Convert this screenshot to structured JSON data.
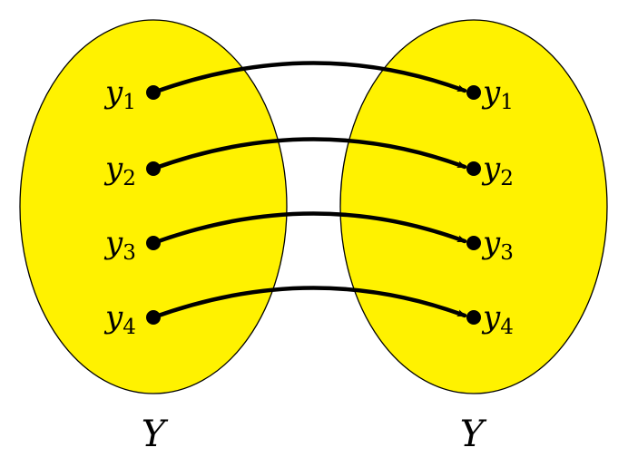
{
  "colors": {
    "set_fill": "#fff200",
    "stroke": "#000000",
    "background": "#ffffff"
  },
  "left_set": {
    "name": "Y",
    "elements": [
      {
        "var": "y",
        "sub": "1"
      },
      {
        "var": "y",
        "sub": "2"
      },
      {
        "var": "y",
        "sub": "3"
      },
      {
        "var": "y",
        "sub": "4"
      }
    ]
  },
  "right_set": {
    "name": "Y",
    "elements": [
      {
        "var": "y",
        "sub": "1"
      },
      {
        "var": "y",
        "sub": "2"
      },
      {
        "var": "y",
        "sub": "3"
      },
      {
        "var": "y",
        "sub": "4"
      }
    ]
  },
  "mapping": [
    {
      "from": 1,
      "to": 1
    },
    {
      "from": 2,
      "to": 2
    },
    {
      "from": 3,
      "to": 3
    },
    {
      "from": 4,
      "to": 4
    }
  ]
}
